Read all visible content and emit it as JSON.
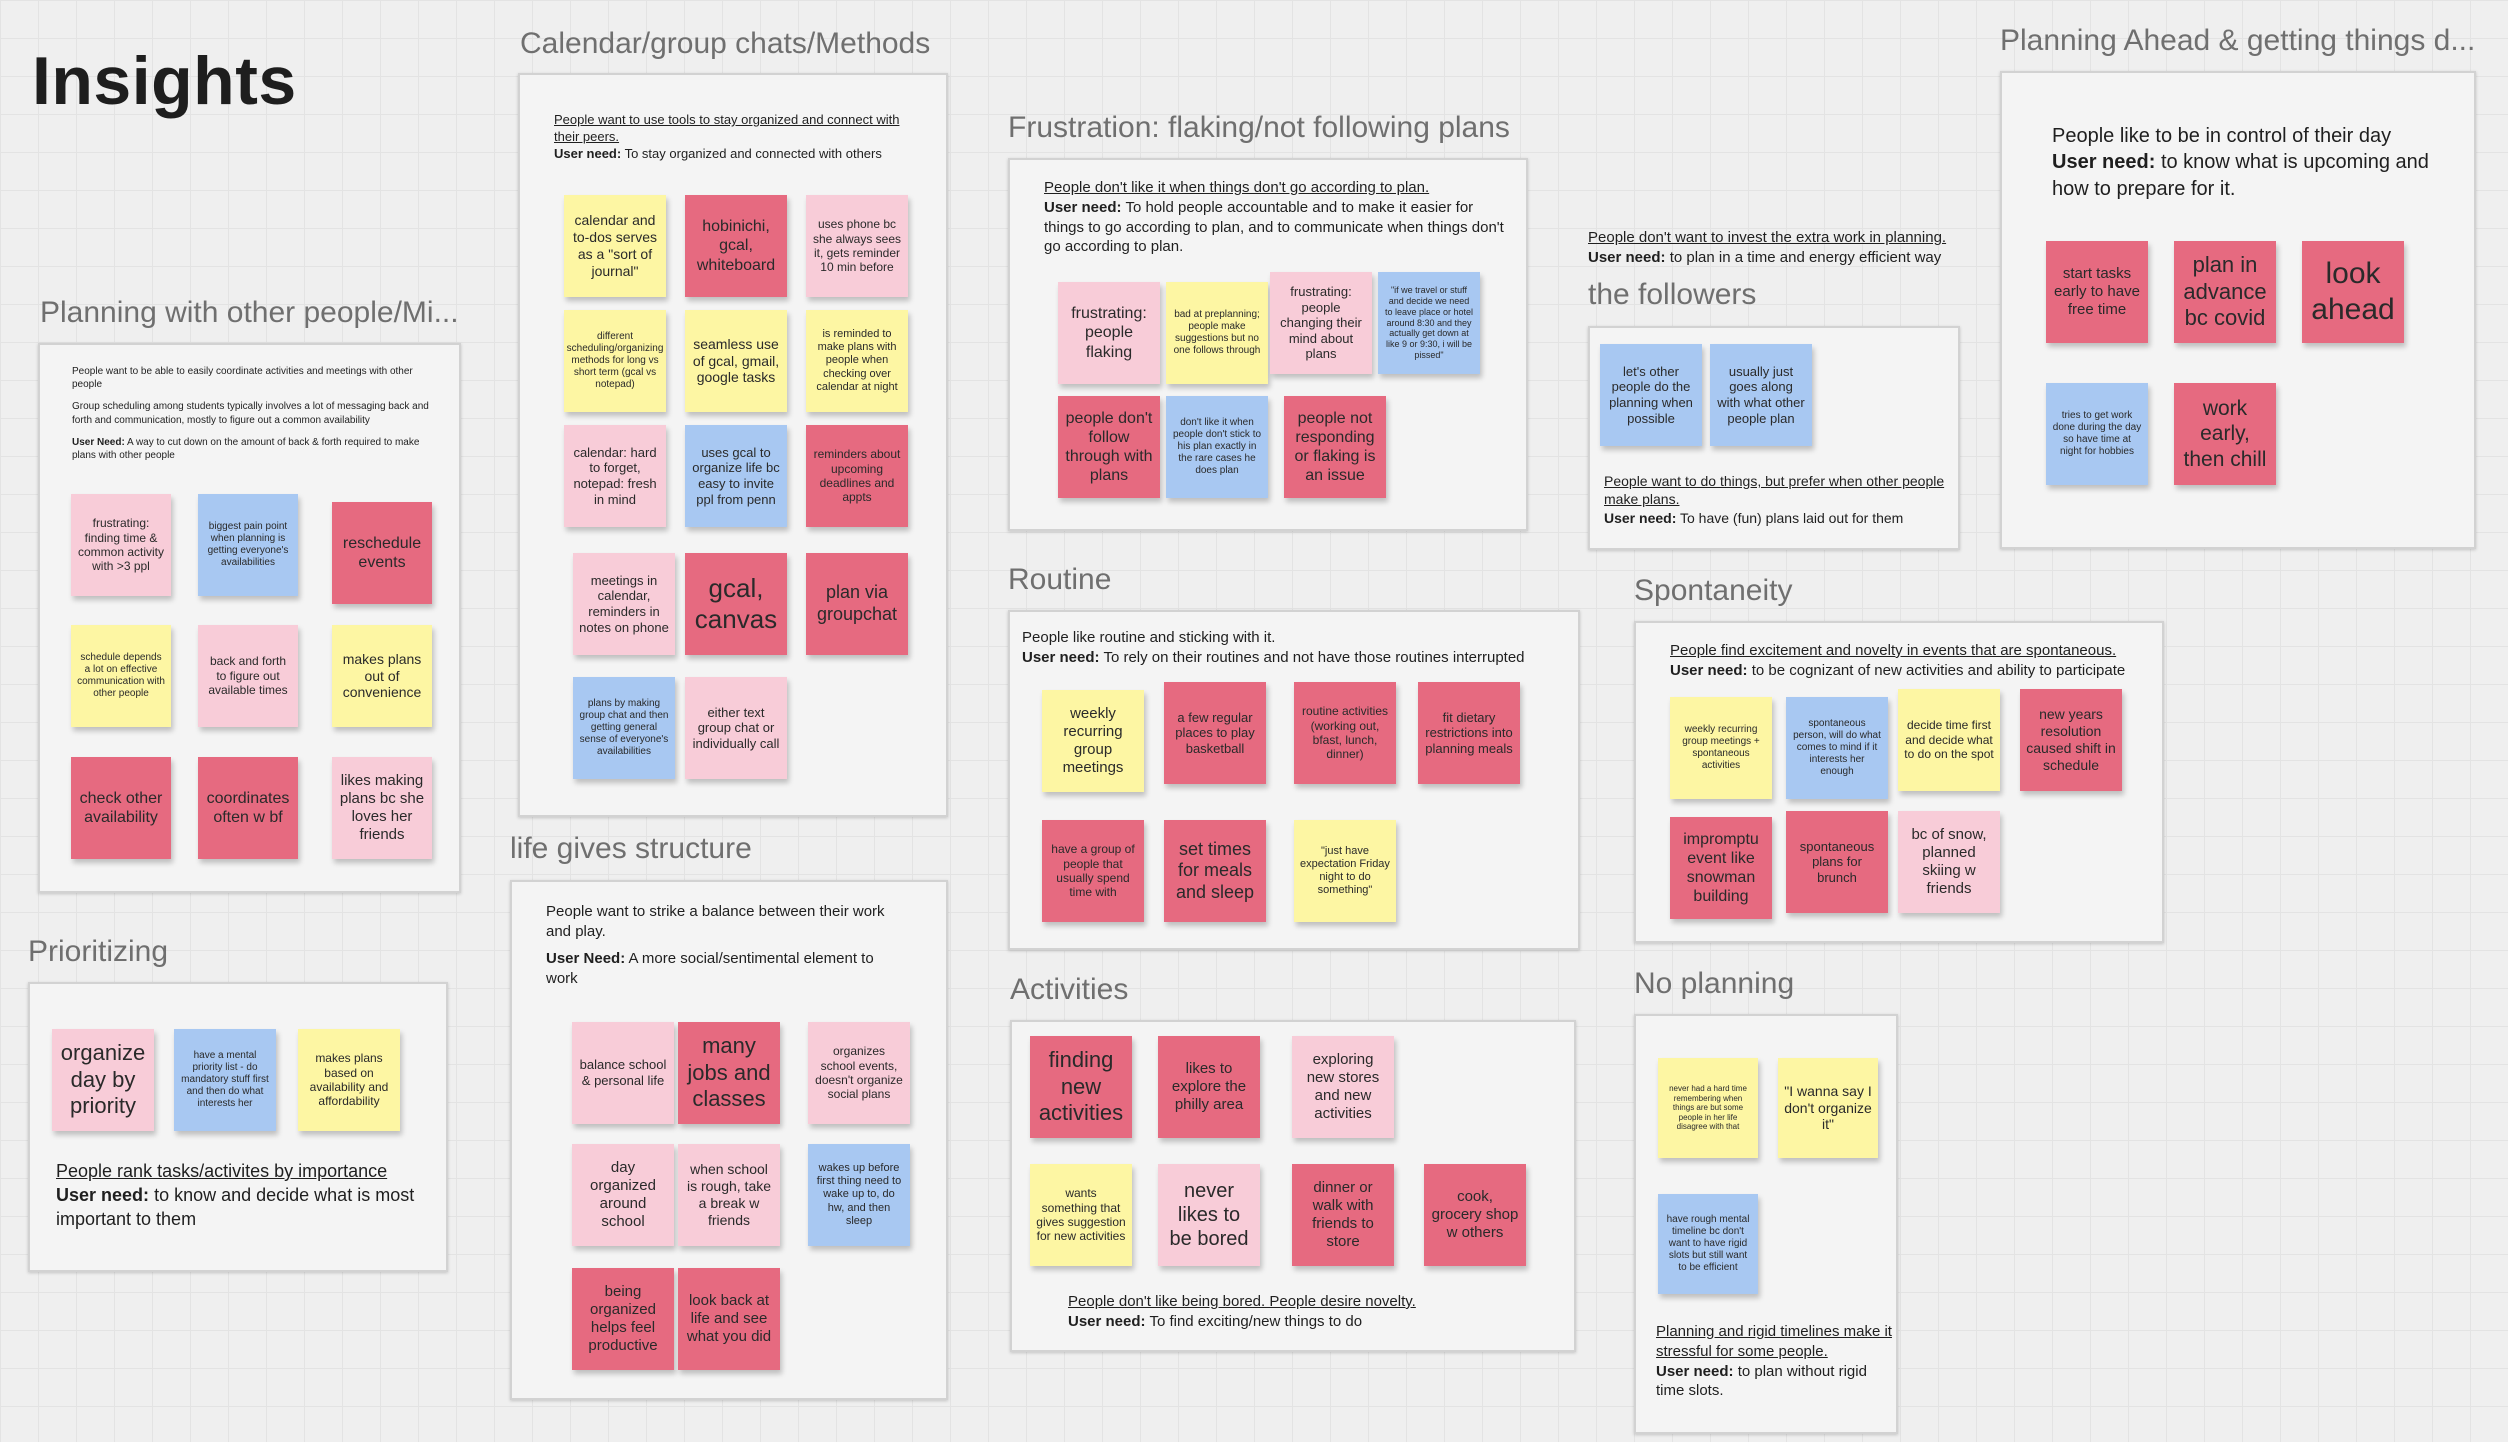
{
  "title": "Insights",
  "colors": {
    "yellow": "#fdf6a3",
    "pink": "#f8ccd8",
    "red": "#e66a80",
    "blue": "#a8c8f2",
    "background": "#efefef"
  },
  "groups": {
    "planning_others": {
      "title": "Planning with other people/Mi...",
      "statement": "People want to be able to easily coordinate activities and meetings with other people",
      "extra": "Group scheduling among students typically involves a lot of messaging back and forth and communication, mostly to figure out a common availability",
      "need_label": "User Need:",
      "need": "A way to cut down on the amount of back & forth required to make plans with other people",
      "notes": [
        "frustrating: finding time & common activity with >3 ppl",
        "biggest pain point when planning is getting everyone's availabilities",
        "reschedule events",
        "schedule depends a lot on effective communication with other people",
        "back and forth to figure out available times",
        "makes plans out of convenience",
        "check other availability",
        "coordinates often w bf",
        "likes making plans bc she loves her friends"
      ]
    },
    "prioritizing": {
      "title": "Prioritizing",
      "statement": "People rank tasks/activites by importance",
      "need_label": "User need:",
      "need": "to know and decide what is most important to them",
      "notes": [
        "organize day by priority",
        "have a mental priority list - do mandatory stuff first and then do what interests her",
        "makes plans based on availability and affordability"
      ]
    },
    "calendar": {
      "title": "Calendar/group chats/Methods",
      "statement": "People want to use tools to stay organized and connect with their peers.",
      "need_label": "User need:",
      "need": "To stay organized and connected with others",
      "notes": [
        "calendar and to-dos serves as a \"sort of journal\"",
        "hobinichi, gcal, whiteboard",
        "uses phone bc she always sees it, gets reminder 10 min before",
        "different scheduling/organizing methods for long vs short term (gcal vs notepad)",
        "seamless use of gcal, gmail, google tasks",
        "is reminded to make plans with people when checking over calendar at night",
        "calendar: hard to forget, notepad: fresh in mind",
        "uses gcal to organize life bc easy to invite ppl from penn",
        "reminders about upcoming deadlines and appts",
        "meetings in calendar, reminders in notes on phone",
        "gcal, canvas",
        "plan via groupchat",
        "plans by making group chat and then getting general sense of everyone's availabilities",
        "either text group chat or individually call"
      ]
    },
    "life_structure": {
      "title": "life gives structure",
      "statement": "People want to strike a balance between their work and play.",
      "need_label": "User Need:",
      "need": "A more social/sentimental element to work",
      "notes": [
        "balance school & personal life",
        "many jobs and classes",
        "organizes school events, doesn't organize social plans",
        "day organized around school",
        "when school is rough, take a break w friends",
        "wakes up before first thing need to wake up to, do hw, and then sleep",
        "being organized helps feel productive",
        "look back at life and see what you did"
      ]
    },
    "frustration": {
      "title": "Frustration: flaking/not following plans",
      "statement": "People don't like it when things don't go according to plan.",
      "need_label": "User need:",
      "need": "To hold people accountable and to make it easier for things to go according to plan, and to communicate when things don't go according to plan.",
      "notes": [
        "frustrating: people flaking",
        "bad at preplanning; people make suggestions but no one follows through",
        "frustrating: people changing their mind about plans",
        "\"if we travel or stuff and decide we need to leave place or hotel around 8:30 and they actually get down at like 9 or 9:30, i will be pissed\"",
        "people don't follow through with plans",
        "don't like it when people don't stick to his plan exactly in the rare cases he does plan",
        "people not responding or flaking is an issue"
      ]
    },
    "routine": {
      "title": "Routine",
      "statement": "People like routine and sticking with it.",
      "need_label": "User need:",
      "need": "To rely on their routines and not have those routines interrupted",
      "notes": [
        "weekly recurring group meetings",
        "a few regular places to play basketball",
        "routine activities (working out, bfast, lunch, dinner)",
        "fit dietary restrictions into planning meals",
        "have a group of people that usually spend time with",
        "set times for meals and sleep",
        "\"just have expectation Friday night to do something\""
      ]
    },
    "activities": {
      "title": "Activities",
      "statement": "People don't like being bored. People desire novelty.",
      "need_label": "User need:",
      "need": "To find exciting/new things to do",
      "notes": [
        "finding new activities",
        "likes to explore the philly area",
        "exploring new stores and new activities",
        "wants something that gives suggestion for new activities",
        "never likes to be bored",
        "dinner or walk with friends to store",
        "cook, grocery shop w others"
      ]
    },
    "followers": {
      "title": "the followers",
      "top_statement": "People don't want to invest the extra work in planning.",
      "top_need_label": "User need:",
      "top_need": "to plan in a time and energy efficient way",
      "statement": "People want to do things, but prefer when other people make plans.",
      "need_label": "User need:",
      "need": "To have (fun) plans laid out for them",
      "notes": [
        "let's other people do the planning when possible",
        "usually just goes along with what other people plan"
      ]
    },
    "spontaneity": {
      "title": "Spontaneity",
      "statement": "People find excitement and novelty in events that are spontaneous.",
      "need_label": "User need:",
      "need": "to be cognizant of new activities and ability to participate",
      "notes": [
        "weekly recurring group meetings + spontaneous activities",
        "spontaneous person, will do what comes to mind if it interests her enough",
        "decide time first and decide what to do on the spot",
        "new years resolution caused shift in schedule",
        "impromptu event like snowman building",
        "spontaneous plans for brunch",
        "bc of snow, planned skiing w friends"
      ]
    },
    "planning_ahead": {
      "title": "Planning Ahead & getting things d...",
      "statement": "People like to be in control of their day",
      "need_label": "User need:",
      "need": "to know what is upcoming and how to prepare for it.",
      "notes": [
        "start tasks early to have free time",
        "plan in advance bc covid",
        "look ahead",
        "tries to get work done during the day so have time at night for hobbies",
        "work early, then chill"
      ]
    },
    "no_planning": {
      "title": "No planning",
      "statement": "Planning and rigid timelines make it stressful for some people.",
      "need_label": "User need:",
      "need": "to plan without rigid time slots.",
      "notes": [
        "never had a hard time remembering when things are but some people in her life disagree with that",
        "\"I wanna say I don't organize it\"",
        "have rough mental timeline bc don't want to have rigid slots but still want to be efficient"
      ]
    }
  }
}
